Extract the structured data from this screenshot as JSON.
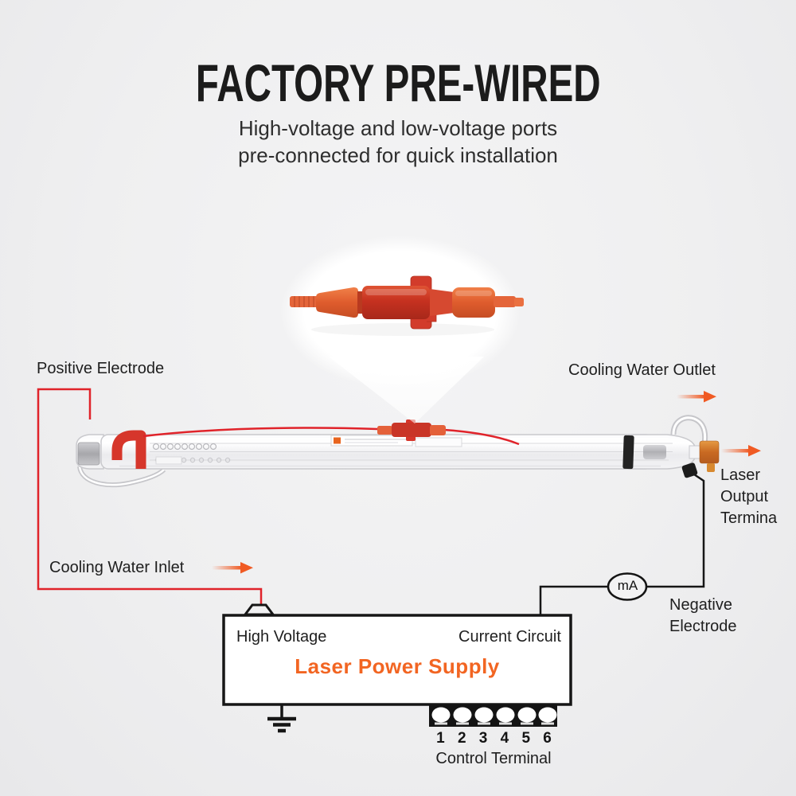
{
  "header": {
    "title": "FACTORY PRE-WIRED",
    "subtitle_line1": "High-voltage and low-voltage ports",
    "subtitle_line2": "pre-connected for quick installation"
  },
  "labels": {
    "positive_electrode": "Positive Electrode",
    "cooling_water_outlet": "Cooling Water Outlet",
    "cooling_water_inlet": "Cooling Water Inlet",
    "laser_output_line1": "Laser",
    "laser_output_line2": "Output",
    "laser_output_line3": "Termina",
    "negative_line1": "Negative",
    "negative_line2": "Electrode",
    "ma_meter": "mA"
  },
  "power_supply": {
    "port_left": "High Voltage",
    "port_right": "Current Circuit",
    "name": "Laser Power Supply",
    "terminal_numbers": [
      "1",
      "2",
      "3",
      "4",
      "5",
      "6"
    ],
    "terminal_label": "Control Terminal"
  },
  "colors": {
    "accent_orange": "#f05a23",
    "psu_name_orange": "#f26522",
    "wire_red": "#e0232a",
    "line_black": "#161616",
    "connector_body_red": "#c93527",
    "connector_boot_orange": "#e4613a",
    "output_cap_copper": "#d8892f"
  }
}
